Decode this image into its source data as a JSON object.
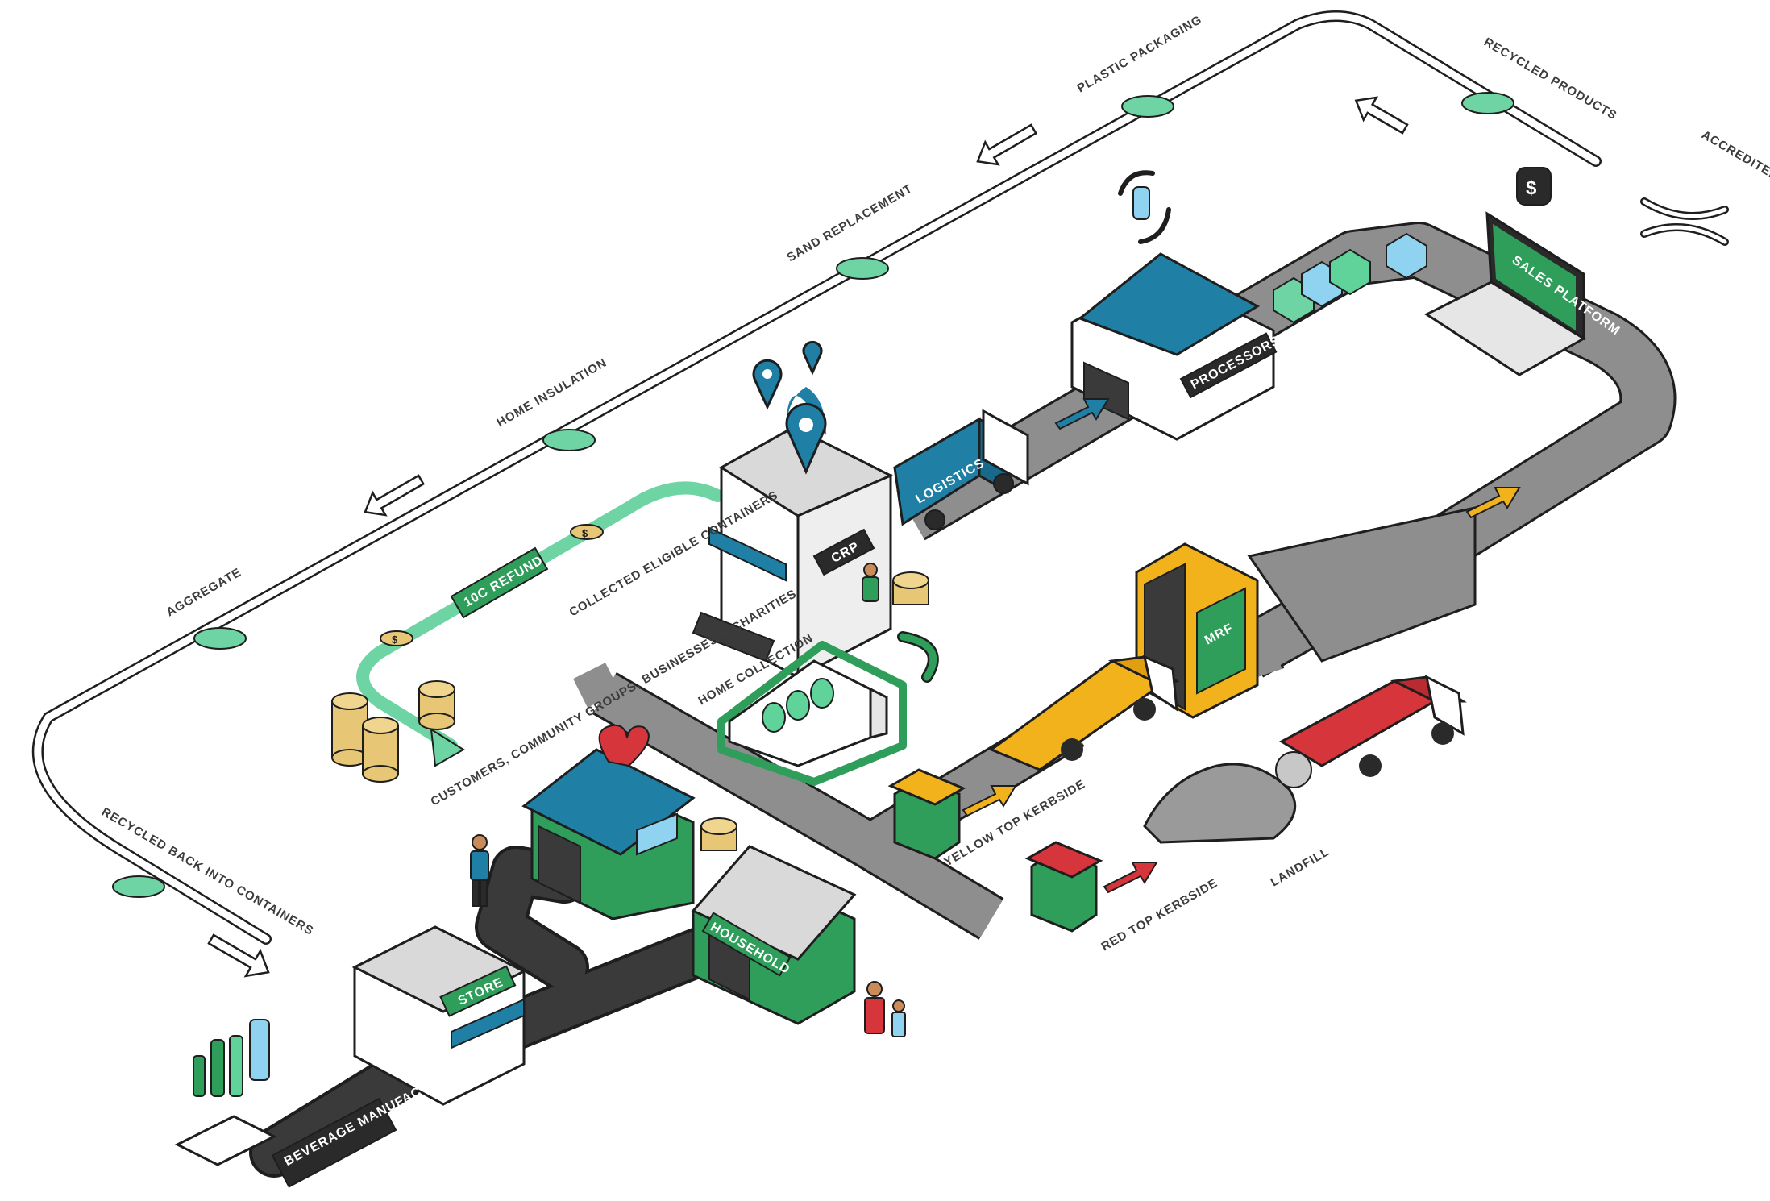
{
  "colors": {
    "green_dark": "#2f9e5a",
    "green_light": "#5fd39a",
    "mint": "#6ed4a3",
    "teal_roof": "#1f7fa5",
    "yellow": "#f2b21c",
    "red": "#d6353c",
    "road": "#8e8e8e",
    "belt": "#3a3a3a",
    "outline": "#1e1e1e"
  },
  "loop_labels": {
    "recycled_back": "RECYCLED BACK INTO CONTAINERS",
    "aggregate": "AGGREGATE",
    "home_insulation": "HOME INSULATION",
    "sand_replacement": "SAND REPLACEMENT",
    "plastic_packaging": "PLASTIC PACKAGING",
    "recycled_products": "RECYCLED PRODUCTS",
    "accredited_recyclers": "ACCREDITED RECYCLERS"
  },
  "building_labels": {
    "beverage_manufacturers": "BEVERAGE MANUFACTURERS",
    "store": "STORE",
    "household": "HOUSEHOLD",
    "crp": "CRP",
    "logistics": "LOGISTICS",
    "processors": "PROCESSORS",
    "mrf": "MRF",
    "sales_platform": "SALES PLATFORM"
  },
  "flow_labels": {
    "refund": "10C REFUND",
    "collected": "COLLECTED ELIGIBLE CONTAINERS",
    "home_collection": "HOME COLLECTION",
    "customers": "CUSTOMERS, COMMUNITY GROUPS, BUSINESSES & CHARITIES",
    "yellow_top": "YELLOW TOP KERBSIDE",
    "red_top": "RED TOP KERBSIDE",
    "landfill": "LANDFILL"
  },
  "icons": {
    "dollar": "$",
    "location_pin": "location-pin-icon",
    "recycle": "recycle-icon",
    "heart": "heart-icon"
  }
}
